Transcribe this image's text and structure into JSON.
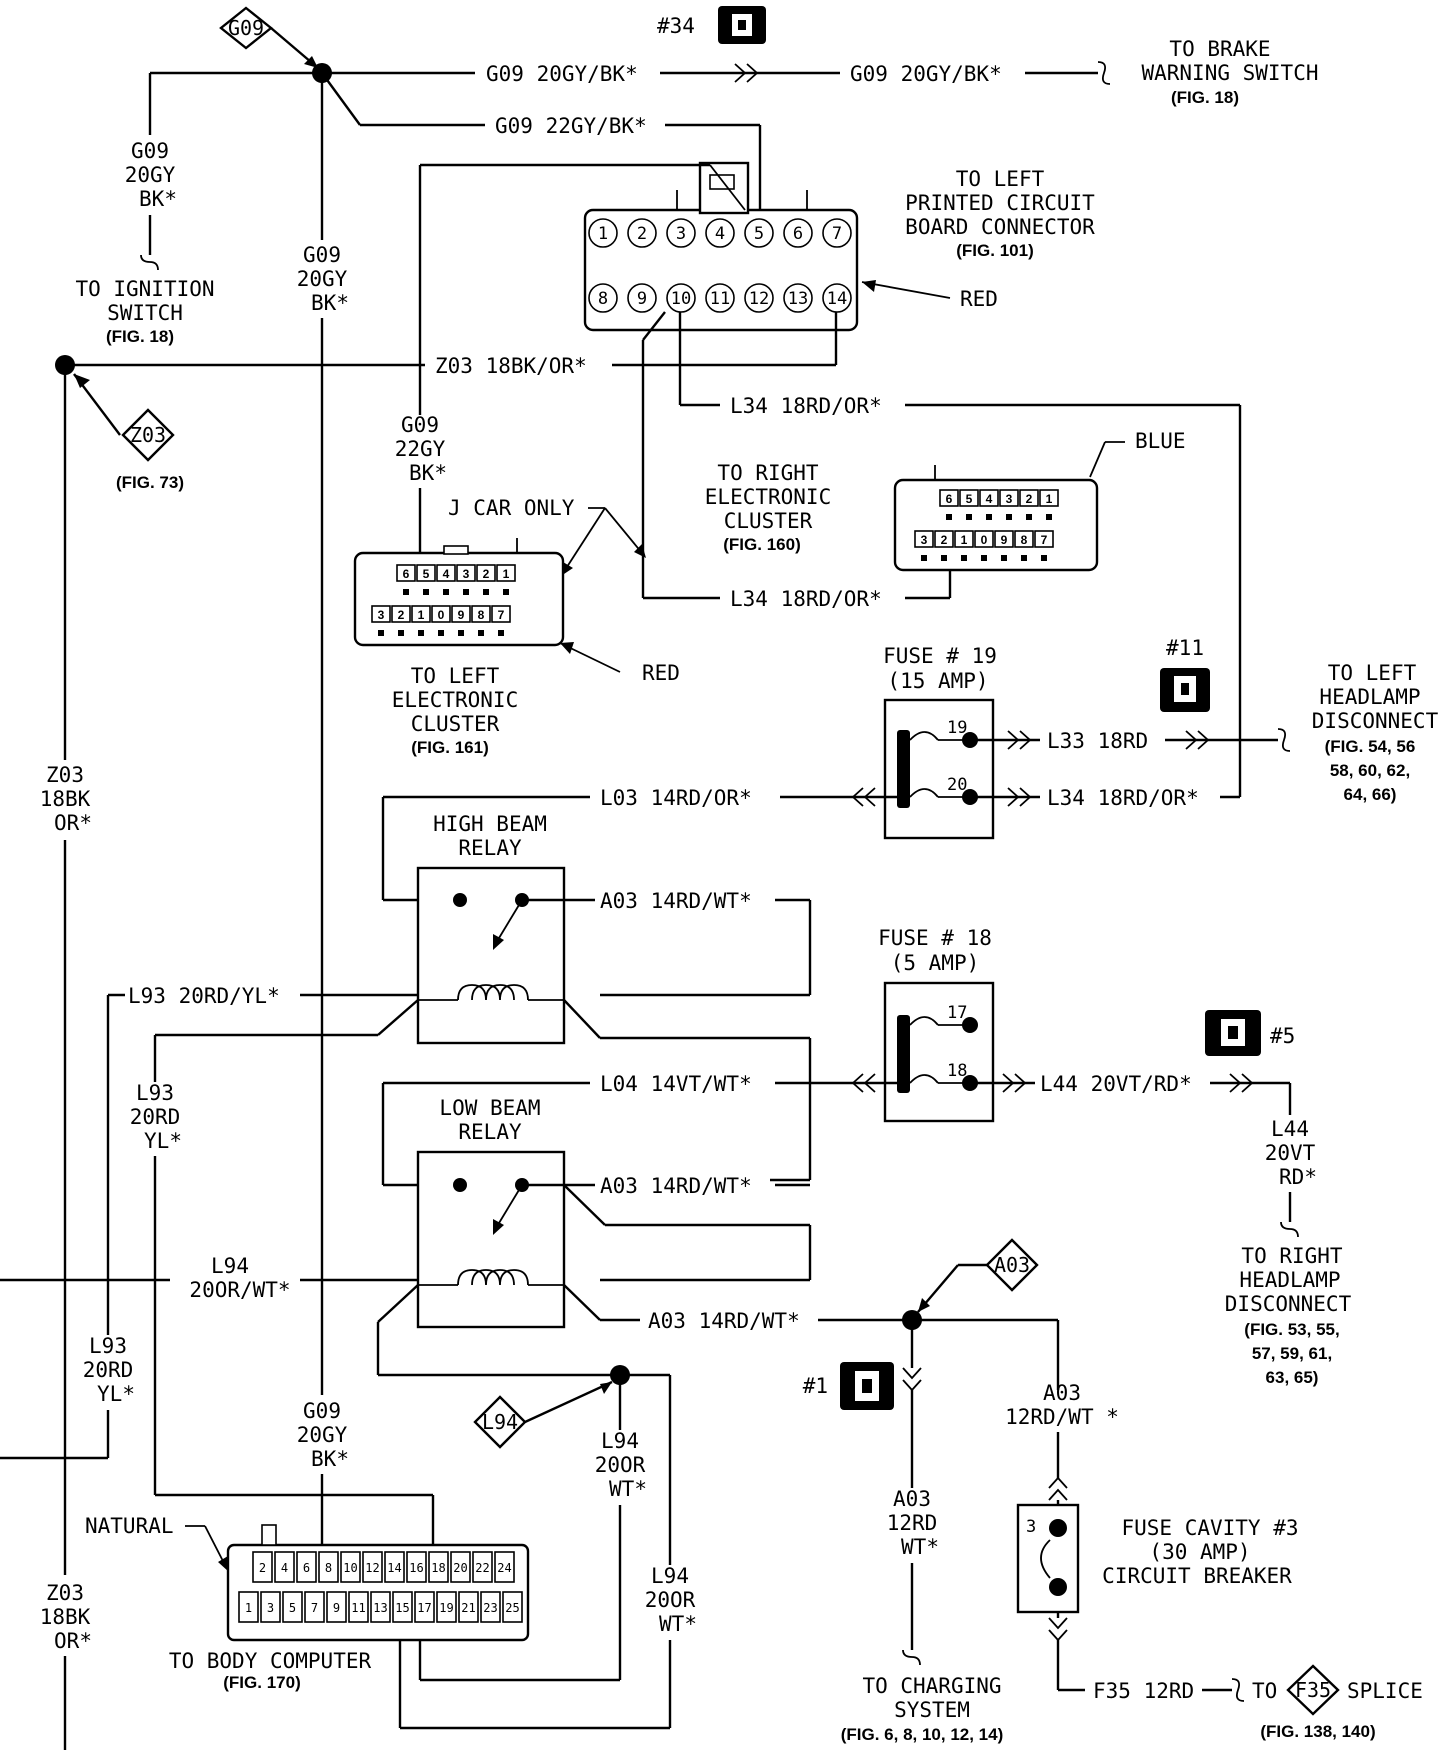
{
  "splices": {
    "g09": "G09",
    "z03": "Z03",
    "l94": "L94",
    "a03": "A03",
    "f35": "F35"
  },
  "grounds": {
    "g34": "#34",
    "g11": "#11",
    "g5": "#5",
    "g1": "#1"
  },
  "wires": {
    "g09_20gybk": "G09 20GY/BK*",
    "g09_22gybk": "G09 22GY/BK*",
    "z03_18bkor": "Z03 18BK/OR*",
    "l34_18rdor": "L34 18RD/OR*",
    "l33_18rd": "L33 18RD",
    "l03_14rdor": "L03 14RD/OR*",
    "a03_14rdwt": "A03 14RD/WT*",
    "l93_20rdyl": "L93 20RD/YL*",
    "l04_14vtwt": "L04 14VT/WT*",
    "l44_20vtrd": "L44 20VT/RD*",
    "f35_12rd": "F35 12RD",
    "to": "TO",
    "splice": "SPLICE",
    "j_car_only": "J CAR ONLY"
  },
  "vlabels": {
    "g09_20gy": [
      "G09",
      "20GY",
      "BK*"
    ],
    "g09_22gy": [
      "G09",
      "22GY",
      "BK*"
    ],
    "z03_18bk": [
      "Z03",
      "18BK",
      "OR*"
    ],
    "l93_20rd": [
      "L93",
      "20RD",
      "YL*"
    ],
    "l94_20or": [
      "L94",
      "20OR/WT*"
    ],
    "l94_20or_v": [
      "L94",
      "20OR",
      "WT*"
    ],
    "l44_20vt": [
      "L44",
      "20VT",
      "RD*"
    ],
    "a03_12rd": [
      "A03",
      "12RD/WT *"
    ],
    "a03_12rd_v": [
      "A03",
      "12RD",
      "WT*"
    ]
  },
  "targets": {
    "brake": [
      "TO BRAKE",
      "WARNING SWITCH"
    ],
    "brake_fig": "(FIG. 18)",
    "ignition": [
      "TO IGNITION",
      "SWITCH"
    ],
    "ignition_fig": "(FIG. 18)",
    "z03_fig": "(FIG. 73)",
    "left_pcb": [
      "TO LEFT",
      "PRINTED CIRCUIT",
      "BOARD CONNECTOR"
    ],
    "left_pcb_fig": "(FIG. 101)",
    "right_cluster": [
      "TO RIGHT",
      "ELECTRONIC",
      "CLUSTER"
    ],
    "right_cluster_fig": "(FIG. 160)",
    "left_cluster": [
      "TO LEFT",
      "ELECTRONIC",
      "CLUSTER"
    ],
    "left_cluster_fig": "(FIG. 161)",
    "left_headlamp": [
      "TO LEFT",
      "HEADLAMP",
      "DISCONNECT"
    ],
    "left_headlamp_fig": [
      "(FIG. 54, 56",
      "58, 60, 62,",
      "64, 66)"
    ],
    "right_headlamp": [
      "TO RIGHT",
      "HEADLAMP",
      "DISCONNECT"
    ],
    "right_headlamp_fig": [
      "(FIG. 53, 55,",
      "57, 59, 61,",
      "63, 65)"
    ],
    "body_computer": "TO BODY COMPUTER",
    "body_computer_fig": "(FIG. 170)",
    "charging": [
      "TO CHARGING",
      "SYSTEM"
    ],
    "charging_fig": "(FIG. 6, 8, 10, 12, 14)",
    "f35_fig": "(FIG. 138, 140)"
  },
  "colors": {
    "red": "RED",
    "blue": "BLUE",
    "natural": "NATURAL"
  },
  "relays": {
    "high": [
      "HIGH BEAM",
      "RELAY"
    ],
    "low": [
      "LOW BEAM",
      "RELAY"
    ]
  },
  "fuses": {
    "f19": [
      "FUSE # 19",
      "(15 AMP)"
    ],
    "f19_pins": [
      "19",
      "20"
    ],
    "f18": [
      "FUSE # 18",
      "(5 AMP)"
    ],
    "f18_pins": [
      "17",
      "18"
    ],
    "cavity3": [
      "FUSE CAVITY #3",
      "(30 AMP)",
      "CIRCUIT BREAKER"
    ],
    "cavity3_pin": "3"
  },
  "pcb_pins": {
    "top": [
      "1",
      "2",
      "3",
      "4",
      "5",
      "6",
      "7"
    ],
    "bottom": [
      "8",
      "9",
      "10",
      "11",
      "12",
      "13",
      "14"
    ]
  },
  "cluster_pins": {
    "top": [
      "6",
      "5",
      "4",
      "3",
      "2",
      "1"
    ],
    "bottom": [
      "3",
      "2",
      "1",
      "0",
      "9",
      "8",
      "7"
    ]
  },
  "body_pins": {
    "top": [
      "2",
      "4",
      "6",
      "8",
      "10",
      "12",
      "14",
      "16",
      "18",
      "20",
      "22",
      "24"
    ],
    "bottom": [
      "1",
      "3",
      "5",
      "7",
      "9",
      "11",
      "13",
      "15",
      "17",
      "19",
      "21",
      "23",
      "25"
    ]
  }
}
